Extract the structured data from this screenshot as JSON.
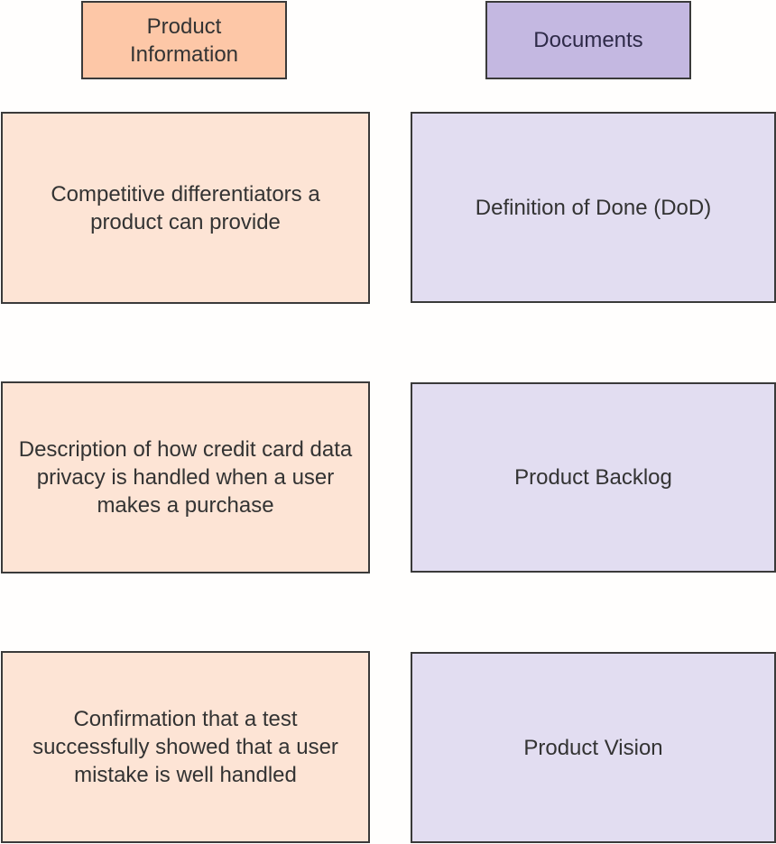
{
  "headers": {
    "product_information": "Product Information",
    "documents": "Documents"
  },
  "product_information_items": [
    "Competitive differentiators a product can provide",
    "Description of how credit card data privacy is handled when a user makes a purchase",
    "Confirmation that a test successfully showed that a user mistake is well handled"
  ],
  "documents_items": [
    "Definition of Done (DoD)",
    "Product Backlog",
    "Product Vision"
  ],
  "colors": {
    "product_header": "#fdc7a7",
    "documents_header": "#c4b8e1",
    "product_item": "#fde4d5",
    "documents_item": "#e2ddf1"
  }
}
